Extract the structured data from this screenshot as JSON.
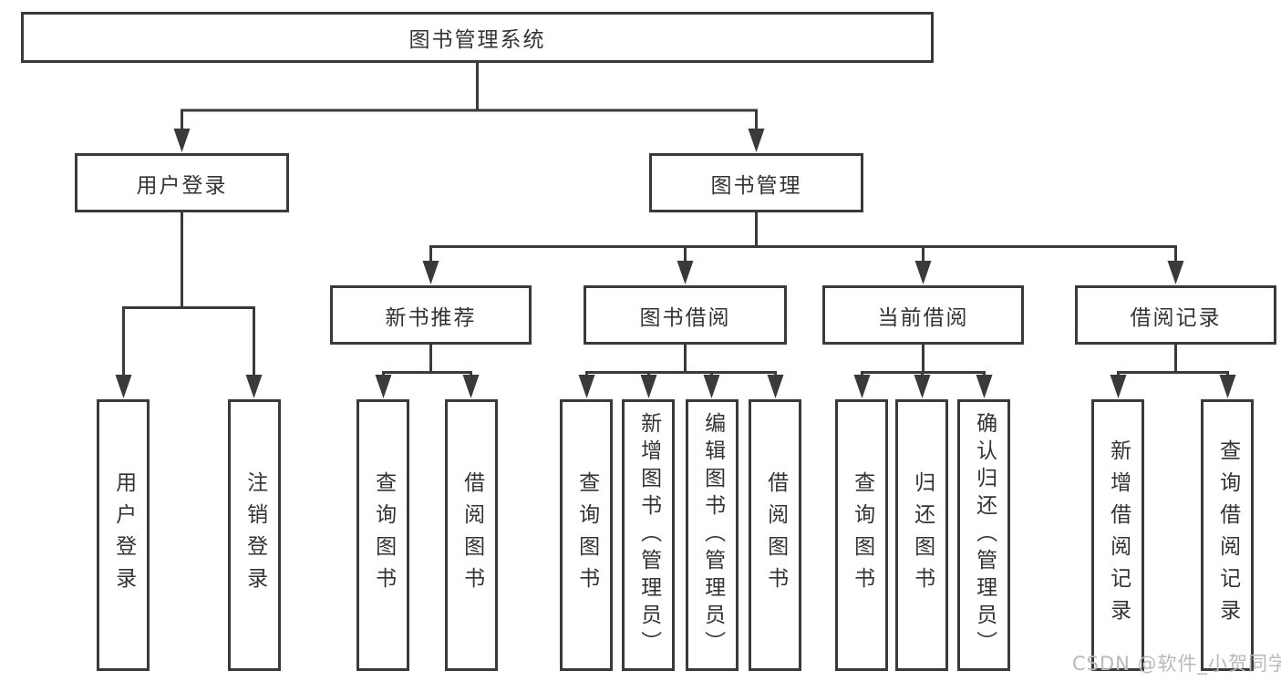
{
  "diagram_title": "图书管理系统",
  "tree": {
    "root": {
      "label": "图书管理系统",
      "children": [
        {
          "label": "用户登录",
          "children": [
            {
              "label": "用户登录"
            },
            {
              "label": "注销登录"
            }
          ]
        },
        {
          "label": "图书管理",
          "children": [
            {
              "label": "新书推荐",
              "children": [
                {
                  "label": "查询图书"
                },
                {
                  "label": "借阅图书"
                }
              ]
            },
            {
              "label": "图书借阅",
              "children": [
                {
                  "label": "查询图书"
                },
                {
                  "label": "新增图书（管理员）"
                },
                {
                  "label": "编辑图书（管理员）"
                },
                {
                  "label": "借阅图书"
                }
              ]
            },
            {
              "label": "当前借阅",
              "children": [
                {
                  "label": "查询图书"
                },
                {
                  "label": "归还图书"
                },
                {
                  "label": "确认归还（管理员）"
                }
              ]
            },
            {
              "label": "借阅记录",
              "children": [
                {
                  "label": "新增借阅记录"
                },
                {
                  "label": "查询借阅记录"
                }
              ]
            }
          ]
        }
      ]
    }
  },
  "watermark": {
    "text": "CSDN @软件_小贺同学"
  },
  "colors": {
    "line": "#3a3a3a",
    "box_border": "#3a3a3a",
    "text": "#333333",
    "background": "#ffffff",
    "watermark": "#b9b9b9"
  }
}
